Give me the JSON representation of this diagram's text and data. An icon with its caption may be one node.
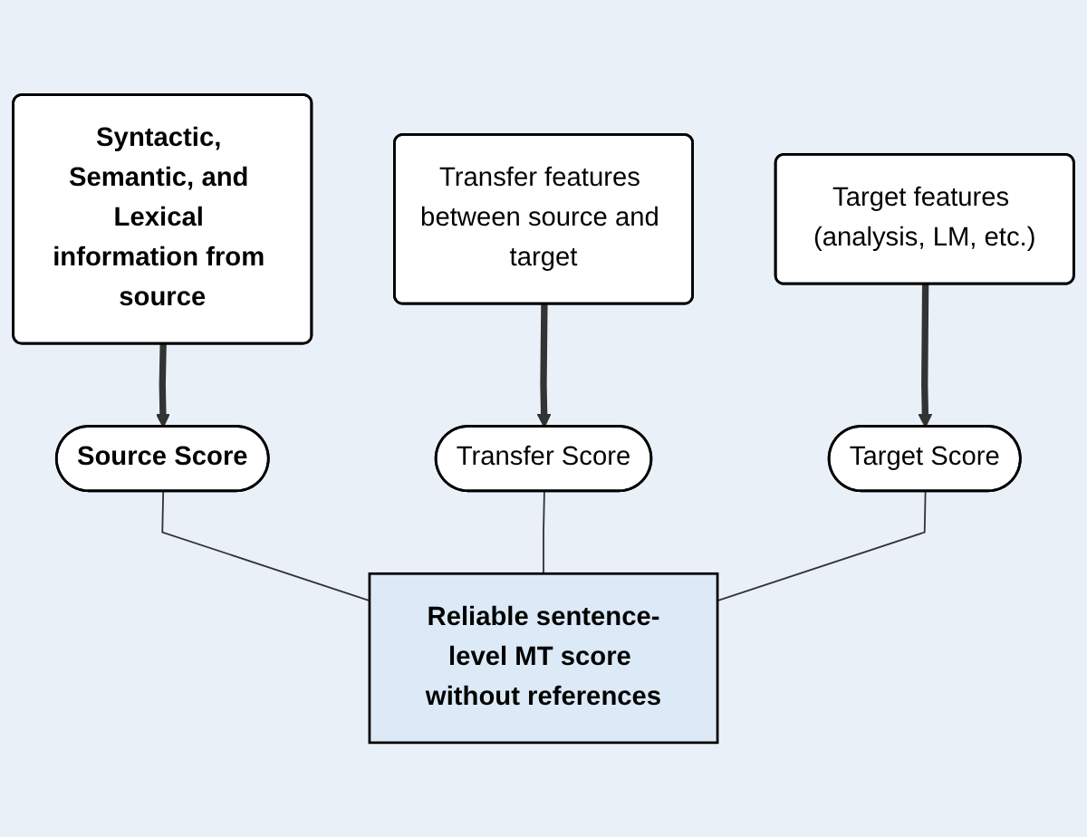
{
  "diagram": {
    "nodes": [
      {
        "text": [
          "Syntactic, Semantic, and Lexical information from source"
        ]
      },
      {
        "text": [
          "Transfer features between source and target"
        ]
      },
      {
        "text": [
          "Target features (analysis, LM, etc.)"
        ]
      },
      {
        "text": [
          "Source Score"
        ]
      },
      {
        "text": [
          "Transfer Score"
        ]
      },
      {
        "text": [
          "Target Score"
        ]
      },
      {
        "text": [
          "Reliable sentence-level MT score without references"
        ]
      }
    ],
    "edges": [
      {
        "from": 0,
        "to": 3,
        "arrow": "to",
        "style": "thick"
      },
      {
        "from": 1,
        "to": 4,
        "arrow": "to",
        "style": "thick"
      },
      {
        "from": 2,
        "to": 5,
        "arrow": "to",
        "style": "thick"
      },
      {
        "from": 3,
        "to": 6,
        "arrow": "none"
      },
      {
        "from": 4,
        "to": 6,
        "arrow": "none"
      },
      {
        "from": 5,
        "to": 6,
        "arrow": "none"
      }
    ]
  }
}
